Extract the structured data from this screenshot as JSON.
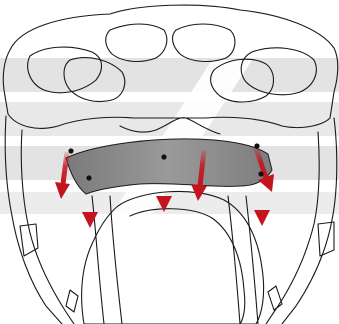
{
  "diagram": {
    "subject": "helmet-interior-airflow",
    "colors": {
      "background": "#ffffff",
      "outline": "#1a1a1a",
      "watermark": "#d9d9d9",
      "pad": "#8c8c8c",
      "arrow": "#c4141f",
      "screw": "#111111"
    },
    "arrows_shown": 6,
    "screws_shown": 5,
    "icons": [
      "helmet-outline",
      "gray-inner-pad",
      "red-downward-arrow",
      "black-screw-dot",
      "diagonal-watermark-stripes"
    ]
  }
}
